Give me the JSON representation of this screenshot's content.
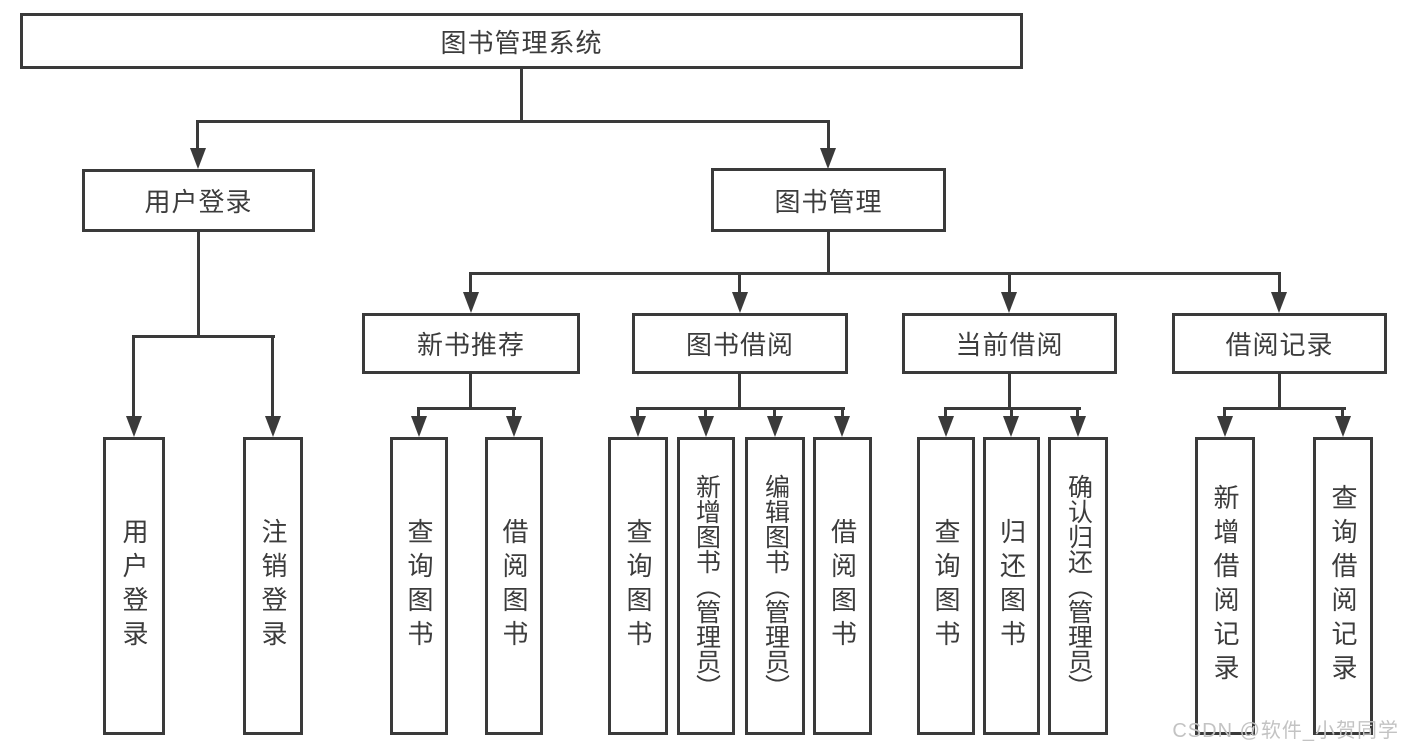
{
  "diagram_type": "functional-structure-tree",
  "colors": {
    "line": "#3a3a3a",
    "text": "#3c3c3c",
    "box_background": "#ffffff",
    "page_background": "#ffffff",
    "watermark": "#c3c3c3"
  },
  "watermark": {
    "text": "CSDN @软件_小贺同学"
  },
  "tree": {
    "label": "图书管理系统",
    "children": [
      {
        "label": "用户登录",
        "children": [
          {
            "label": "用户登录"
          },
          {
            "label": "注销登录"
          }
        ]
      },
      {
        "label": "图书管理",
        "children": [
          {
            "label": "新书推荐",
            "children": [
              {
                "label": "查询图书"
              },
              {
                "label": "借阅图书"
              }
            ]
          },
          {
            "label": "图书借阅",
            "children": [
              {
                "label": "查询图书"
              },
              {
                "label": "新增图书（管理员）"
              },
              {
                "label": "编辑图书（管理员）"
              },
              {
                "label": "借阅图书"
              }
            ]
          },
          {
            "label": "当前借阅",
            "children": [
              {
                "label": "查询图书"
              },
              {
                "label": "归还图书"
              },
              {
                "label": "确认归还（管理员）"
              }
            ]
          },
          {
            "label": "借阅记录",
            "children": [
              {
                "label": "新增借阅记录"
              },
              {
                "label": "查询借阅记录"
              }
            ]
          }
        ]
      }
    ]
  }
}
